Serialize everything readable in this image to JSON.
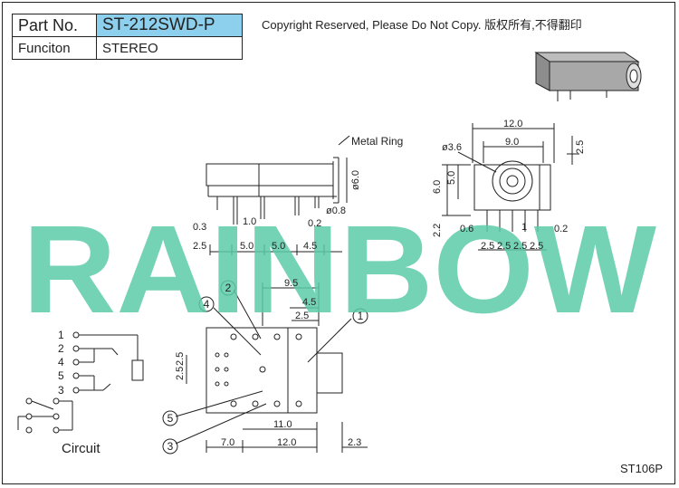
{
  "table": {
    "part_label": "Part No.",
    "part_value": "ST-212SWD-P",
    "function_label": "Funciton",
    "function_value": "STEREO"
  },
  "copyright": "Copyright Reserved, Please Do Not Copy. 版权所有,不得翻印",
  "watermark": "RAINBOW",
  "model_code": "ST106P",
  "callouts": {
    "metal_ring": "Metal Ring",
    "circuit": "Circuit",
    "n1": "1",
    "n2": "2",
    "n3": "3",
    "n4": "4",
    "n5": "5"
  },
  "pins": {
    "p1": "1",
    "p2": "2",
    "p4": "4",
    "p5": "5",
    "p3": "3"
  },
  "side_dims": {
    "d03": "0.3",
    "d10": "1.0",
    "d02": "0.2",
    "d08": "ø0.8",
    "d60": "ø6.0",
    "d25": "2.5",
    "d50a": "5.0",
    "d50b": "5.0",
    "d45": "4.5"
  },
  "front_dims": {
    "w12": "12.0",
    "w90": "9.0",
    "d36": "ø3.6",
    "h25": "2.5",
    "h60": "6.0",
    "h50": "5.0",
    "h22": "2.2",
    "d06": "0.6",
    "d1": "1",
    "d02": "0.2",
    "p25a": "2.5",
    "p25b": "2.5",
    "p25c": "2.5",
    "p25d": "2.5"
  },
  "top_dims": {
    "d95": "9.5",
    "d45": "4.5",
    "d25": "2.5",
    "v25": "2.5",
    "v25b": "2.5",
    "d110": "11.0",
    "d70": "7.0",
    "d120": "12.0",
    "d23": "2.3"
  },
  "colors": {
    "watermark": "#5ccaa8",
    "line": "#222222",
    "accent": "#8dd0ee"
  }
}
